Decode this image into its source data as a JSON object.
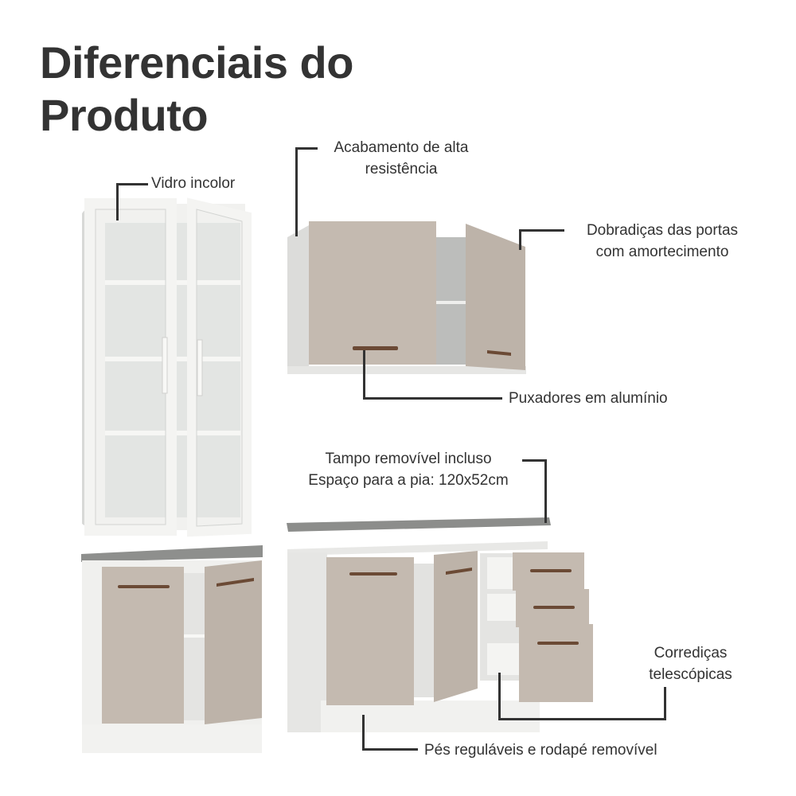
{
  "header": {
    "title_line1": "Diferenciais do",
    "title_line2": "Produto"
  },
  "features": [
    {
      "id": "vidro",
      "line1": "Vidro incolor"
    },
    {
      "id": "acabamento",
      "line1": "Acabamento de alta",
      "line2": "resistência"
    },
    {
      "id": "dobradicas",
      "line1": "Dobradiças das portas",
      "line2": "com amortecimento"
    },
    {
      "id": "puxadores",
      "line1": "Puxadores em alumínio"
    },
    {
      "id": "tampo",
      "line1": "Tampo removível incluso",
      "line2": "Espaço para a pia: 120x52cm"
    },
    {
      "id": "corredicas",
      "line1": "Corrediças",
      "line2": "telescópicas"
    },
    {
      "id": "pes",
      "line1": "Pés reguláveis e rodapé removível"
    }
  ],
  "colors": {
    "text": "#333333",
    "door": "#c4bab0",
    "carcass": "#eeeeec",
    "countertop": "#8a8a88",
    "handle": "#6b4a35",
    "glass": "#e2e4e2"
  }
}
